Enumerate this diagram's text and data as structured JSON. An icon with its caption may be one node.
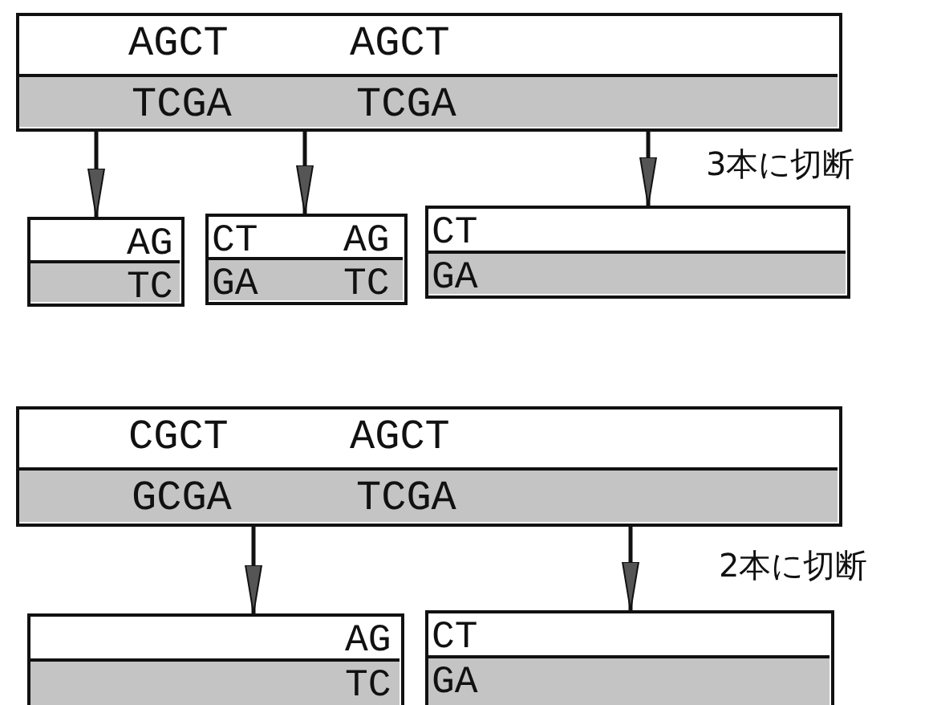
{
  "diagram": {
    "nodes": [
      {
        "text": [],
        "shape": "box"
      },
      {
        "text": [
          "AGCT",
          "AGCT"
        ],
        "in": 0
      },
      {
        "text": [
          "TCGA",
          "TCGA"
        ],
        "in": 0
      },
      {
        "text": [],
        "shape": "box"
      },
      {
        "text": [
          "AG"
        ],
        "in": 3
      },
      {
        "text": [
          "TC"
        ],
        "in": 3
      },
      {
        "text": [],
        "shape": "box"
      },
      {
        "text": [
          "CT",
          "AG"
        ],
        "in": 6
      },
      {
        "text": [
          "GA",
          "TC"
        ],
        "in": 6
      },
      {
        "text": [],
        "shape": "box"
      },
      {
        "text": [
          "CT"
        ],
        "in": 9
      },
      {
        "text": [
          "GA"
        ],
        "in": 9
      },
      {
        "text": [],
        "shape": "box"
      },
      {
        "text": [
          "CGCT",
          "AGCT"
        ],
        "in": 12
      },
      {
        "text": [
          "GCGA",
          "TCGA"
        ],
        "in": 12
      },
      {
        "text": [],
        "shape": "box"
      },
      {
        "text": [
          "AG"
        ],
        "in": 15
      },
      {
        "text": [
          "TC"
        ],
        "in": 15
      },
      {
        "text": [],
        "shape": "box"
      },
      {
        "text": [
          "CT"
        ],
        "in": 18
      },
      {
        "text": [
          "GA"
        ],
        "in": 18
      }
    ],
    "edges": [
      {
        "from": 0,
        "to": 3,
        "arrow": "to"
      },
      {
        "from": 0,
        "to": 6,
        "arrow": "to"
      },
      {
        "from": 0,
        "to": 9,
        "arrow": "to"
      },
      {
        "from": 12,
        "to": 15,
        "arrow": "to"
      },
      {
        "from": 12,
        "to": 18,
        "arrow": "to"
      }
    ],
    "labels": [
      "3本に切断",
      "2本に切断"
    ]
  }
}
